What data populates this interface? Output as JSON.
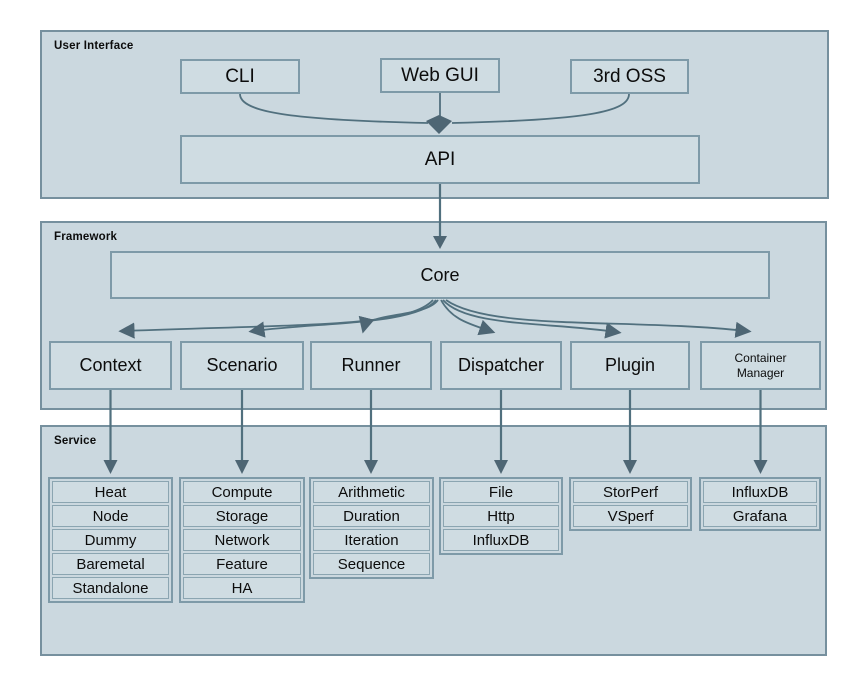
{
  "colors": {
    "section_fill": "#cbd8df",
    "section_border": "#76909e",
    "box_fill": "#cfdce2",
    "box_border": "#7e9aa8",
    "item_border": "#8ba5b1",
    "arrow": "#51707e",
    "text": "#0c0c0c",
    "page_background": "#ffffff"
  },
  "sections": {
    "user_interface": {
      "label": "User Interface",
      "boxes": {
        "cli": "CLI",
        "web_gui": "Web GUI",
        "third_oss": "3rd OSS",
        "api": "API"
      }
    },
    "framework": {
      "label": "Framework",
      "core": "Core",
      "boxes": [
        {
          "label": "Context"
        },
        {
          "label": "Scenario"
        },
        {
          "label": "Runner"
        },
        {
          "label": "Dispatcher"
        },
        {
          "label": "Plugin"
        },
        {
          "lines": [
            "Container",
            "Manager"
          ]
        }
      ]
    },
    "service": {
      "label": "Service",
      "columns": [
        {
          "items": [
            "Heat",
            "Node",
            "Dummy",
            "Baremetal",
            "Standalone"
          ]
        },
        {
          "items": [
            "Compute",
            "Storage",
            "Network",
            "Feature",
            "HA"
          ]
        },
        {
          "items": [
            "Arithmetic",
            "Duration",
            "Iteration",
            "Sequence"
          ]
        },
        {
          "items": [
            "File",
            "Http",
            "InfluxDB"
          ]
        },
        {
          "items": [
            "StorPerf",
            "VSperf"
          ]
        },
        {
          "items": [
            "InfluxDB",
            "Grafana"
          ]
        }
      ]
    }
  }
}
